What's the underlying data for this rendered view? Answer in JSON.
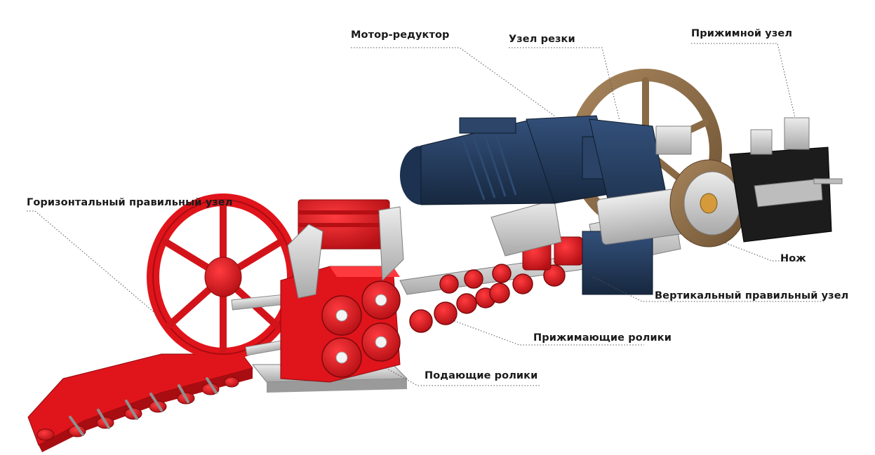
{
  "labels": {
    "motor_reducer": "Мотор-редуктор",
    "cutting_unit": "Узел резки",
    "clamping_unit": "Прижимной узел",
    "horizontal_straightener": "Горизонтальный правильный узел",
    "knife": "Нож",
    "vertical_straightener": "Вертикальный правильный узел",
    "pressure_rollers": "Прижимающие ролики",
    "feed_rollers": "Подающие ролики"
  },
  "colors": {
    "red": "#e0141b",
    "red_dark": "#a80d12",
    "navy": "#243a56",
    "navy_dark": "#152437",
    "bronze": "#8a6a45",
    "steel": "#c9c9c9",
    "black_part": "#1c1c1c"
  }
}
